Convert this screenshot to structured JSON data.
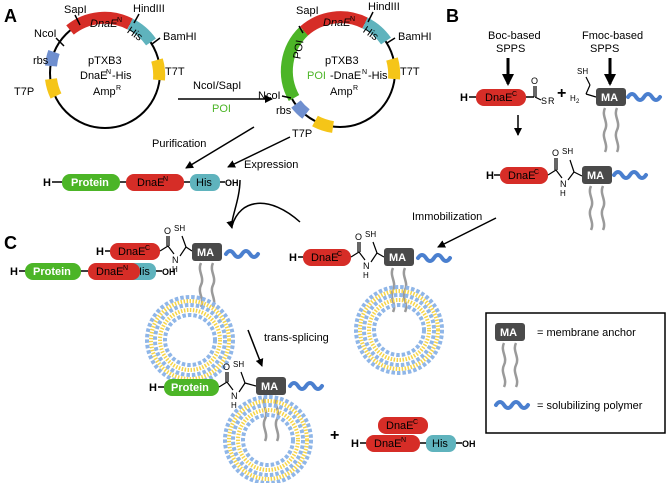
{
  "panels": {
    "a": "A",
    "b": "B",
    "c": "C"
  },
  "plasmid1": {
    "sites": {
      "ncoi": "NcoI",
      "sapi": "SapI",
      "hindiii": "HindIII",
      "bamhi": "BamHI",
      "rbs": "rbs",
      "t7p": "T7P",
      "t7t": "T7T"
    },
    "segments": {
      "dnae": "DnaE",
      "dnae_sup": "N",
      "his": "His"
    },
    "name_line1": "pTXB3",
    "name_line2_a": "DnaE",
    "name_line2_sup": "N",
    "name_line2_b": "-His",
    "name_line3_a": "Amp",
    "name_line3_sup": "R"
  },
  "plasmid2": {
    "sites": {
      "ncoi": "NcoI",
      "sapi": "SapI",
      "hindiii": "HindIII",
      "bamhi": "BamHI",
      "rbs": "rbs",
      "t7p": "T7P",
      "t7t": "T7T"
    },
    "segments": {
      "poi": "POI",
      "dnae": "DnaE",
      "dnae_sup": "N",
      "his": "His"
    },
    "name_line1": "pTXB3",
    "name_line2_poi": "POI",
    "name_line2_a": "-DnaE",
    "name_line2_sup": "N",
    "name_line2_b": "-His",
    "name_line3_a": "Amp",
    "name_line3_sup": "R"
  },
  "cloning_arrow": {
    "label": "NcoI/SapI",
    "sublabel": "POI"
  },
  "steps": {
    "purification": "Purification",
    "expression": "Expression",
    "immobilization": "Immobilization",
    "trans_splicing": "trans-splicing"
  },
  "fusion": {
    "h": "H",
    "protein": "Protein",
    "dnae": "DnaE",
    "dnae_sup": "N",
    "his": "His",
    "oh": "OH"
  },
  "spps": {
    "boc_line1": "Boc-based",
    "boc_line2": "SPPS",
    "fmoc_line1": "Fmoc-based",
    "fmoc_line2": "SPPS",
    "h": "H",
    "dnae": "DnaE",
    "dnae_sup": "C",
    "s": "S",
    "r": "R",
    "o": "O",
    "sh": "SH",
    "h2n": "H",
    "h2n_sub": "2",
    "n": "N",
    "plus": "+",
    "ma": "MA"
  },
  "amide": {
    "o": "O",
    "n": "N",
    "h": "H"
  },
  "legend": {
    "ma": "MA",
    "membrane_anchor": "= membrane anchor",
    "solubilizing_polymer": "= solubilizing polymer"
  },
  "colors": {
    "red": "#d62d27",
    "green": "#4cb527",
    "teal": "#5fb3bd",
    "blue_rbs": "#6f8fcf",
    "yellow": "#f5c518",
    "ma": "#4a4a4a",
    "polymer": "#4a7fcf",
    "lipid": "#f5d44a",
    "head": "#8fb6e8"
  }
}
